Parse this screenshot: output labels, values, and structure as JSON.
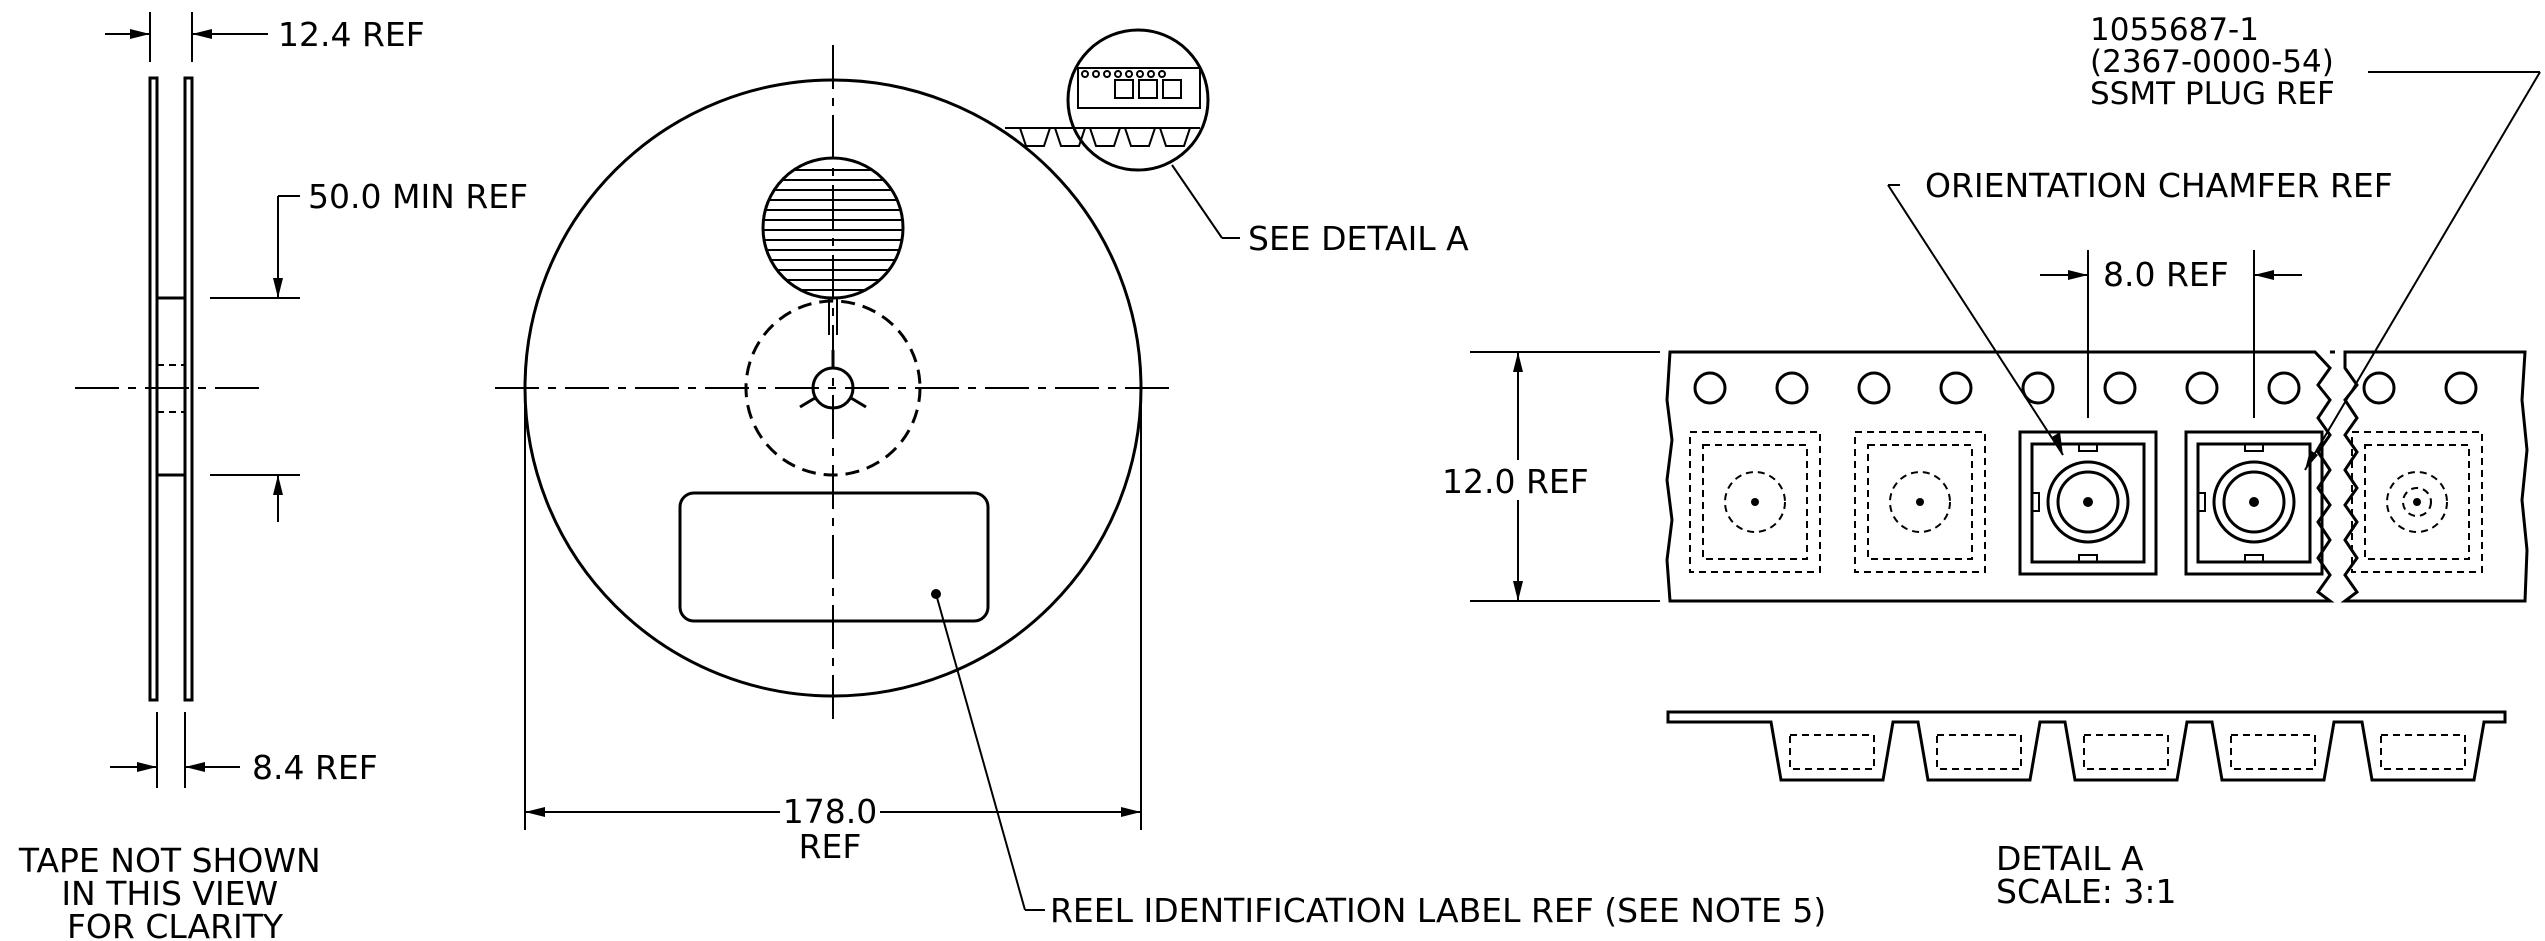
{
  "side_view": {
    "dim_width": "12.4 REF",
    "dim_hub": "50.0 MIN REF",
    "dim_inner": "8.4 REF",
    "note_lines": [
      "TAPE NOT SHOWN",
      "IN THIS VIEW",
      "FOR CLARITY"
    ]
  },
  "reel_view": {
    "callout_detail": "SEE DETAIL A",
    "diameter_value": "178.0",
    "diameter_suffix": "REF",
    "label_callout": "REEL IDENTIFICATION LABEL REF (SEE NOTE 5)"
  },
  "detail_view": {
    "part_number": "1055687-1",
    "alt_number": "(2367-0000-54)",
    "part_desc": "SSMT PLUG REF",
    "chamfer_callout": "ORIENTATION CHAMFER REF",
    "dim_pitch": "8.0 REF",
    "dim_tape_width": "12.0 REF",
    "title": "DETAIL A",
    "scale": "SCALE: 3:1"
  }
}
